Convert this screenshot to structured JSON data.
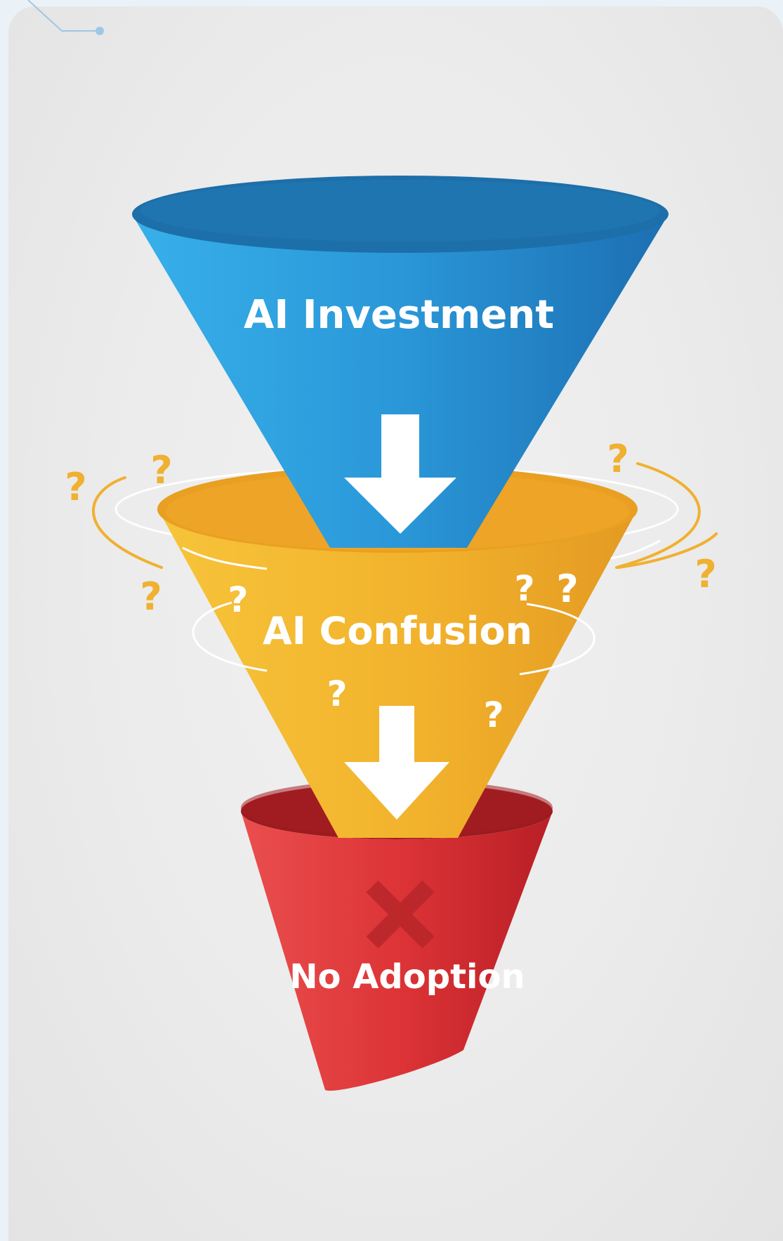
{
  "stages": [
    {
      "label": "AI Investment",
      "color": "#2f95d3"
    },
    {
      "label": "AI Confusion",
      "color": "#f2b42a"
    },
    {
      "label": "No Adoption",
      "color": "#d92f33"
    }
  ],
  "question_mark": "?",
  "colors": {
    "question_orange": "#f0b030",
    "question_white": "#ffffff",
    "arrow": "#ffffff",
    "x_mark": "#c62828"
  }
}
